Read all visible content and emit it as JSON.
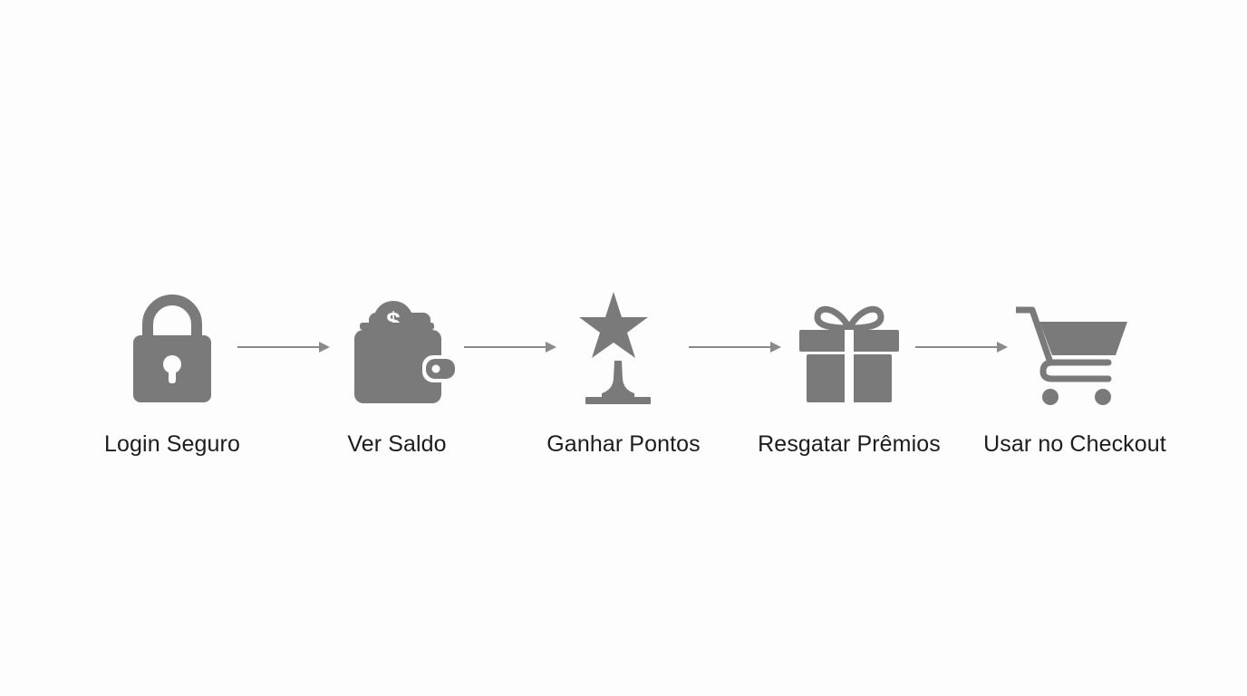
{
  "flow": {
    "icon_color": "#7a7a7a",
    "arrow_color": "#8a8a8a",
    "steps": [
      {
        "label": "Login Seguro",
        "icon": "lock-icon"
      },
      {
        "label": "Ver Saldo",
        "icon": "wallet-icon"
      },
      {
        "label": "Ganhar Pontos",
        "icon": "star-trophy-icon"
      },
      {
        "label": "Resgatar Prêmios",
        "icon": "gift-icon"
      },
      {
        "label": "Usar no Checkout",
        "icon": "shopping-cart-icon"
      }
    ]
  }
}
